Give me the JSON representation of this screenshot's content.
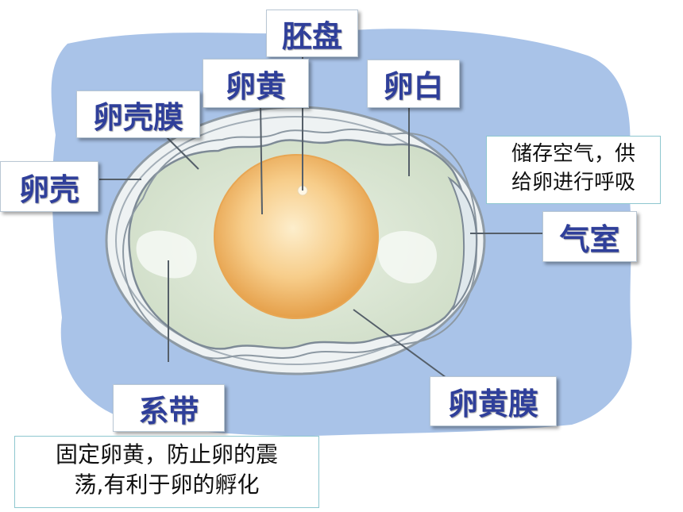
{
  "labels": {
    "germinal_disc": "胚盘",
    "yolk": "卵黄",
    "albumen": "卵白",
    "shell_membrane": "卵壳膜",
    "shell": "卵壳",
    "air_cell": "气室",
    "chalaza": "系带",
    "vitelline_membrane": "卵黄膜"
  },
  "notes": {
    "air_cell_function": [
      "储存空气，供",
      "给卵进行呼吸"
    ],
    "chalaza_function": [
      "固定卵黄，防止卵的震",
      "荡,有利于卵的孵化"
    ]
  },
  "colors": {
    "background_blob": "#a9c3e8",
    "albumen": "#dce8d4",
    "yolk_center": "#fce6b8",
    "yolk_edge": "#e8a653",
    "label_text": "#2f3f9a",
    "egg_outline": "#7d8a96"
  }
}
